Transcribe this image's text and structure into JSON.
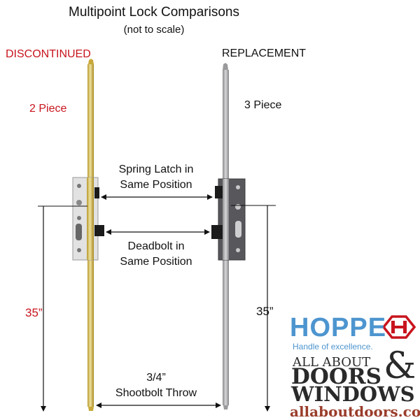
{
  "diagram": {
    "title": "Multipoint Lock Comparisons",
    "subtitle": "(not to scale)",
    "left_lock": {
      "status_label": "DISCONTINUED",
      "pieces_label": "2 Piece",
      "dimension_label": "35”",
      "color": "#d9c46a"
    },
    "right_lock": {
      "status_label": "REPLACEMENT",
      "pieces_label": "3 Piece",
      "dimension_label": "35”",
      "color": "#b4b4b6"
    },
    "callouts": {
      "spring_latch": [
        "Spring Latch in",
        "Same Position"
      ],
      "deadbolt": [
        "Deadbolt in",
        "Same Position"
      ],
      "shootbolt": [
        "3/4”",
        "Shootbolt Throw"
      ]
    },
    "accent_color": "#c8141e"
  },
  "branding": {
    "hoppe_name": "HOPPE",
    "hoppe_tagline": "Handle of excellence.",
    "hoppe_icon": "hexagon-h-icon",
    "hoppe_color": "#4d95cf",
    "store_line1": "ALL ABOUT",
    "store_line2": "DOORS",
    "store_amp": "&",
    "store_line3": "WINDOWS",
    "store_url": "allaboutdoors.com"
  }
}
